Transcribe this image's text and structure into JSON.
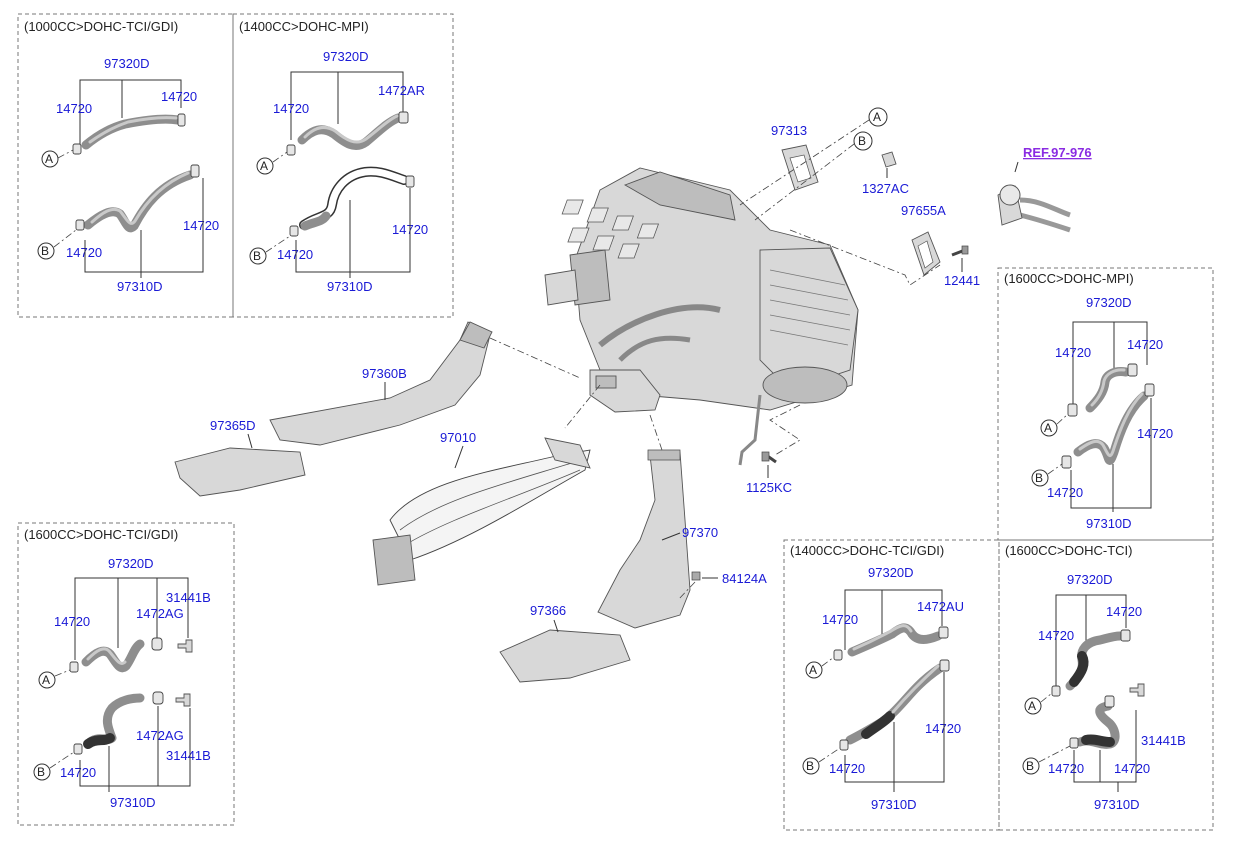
{
  "reference": "REF.97-976",
  "markers": {
    "a": "A",
    "b": "B"
  },
  "main": {
    "housing_a_label": "A",
    "housing_b_label": "B",
    "labels": {
      "p97313": "97313",
      "p1327ac": "1327AC",
      "p97655a": "97655A",
      "p12441": "12441",
      "p97360b": "97360B",
      "p97365d": "97365D",
      "p97010": "97010",
      "p1125kc": "1125KC",
      "p97370": "97370",
      "p84124a": "84124A",
      "p97366": "97366"
    }
  },
  "boxes": {
    "b1000tci": {
      "title": "(1000CC>DOHC-TCI/GDI)",
      "top_hose": "97320D",
      "clamp_top_left": "14720",
      "clamp_top_right": "14720",
      "bottom_hose": "97310D",
      "clamp_bottom_left": "14720",
      "clamp_bottom_right": "14720"
    },
    "b1400mpi": {
      "title": "(1400CC>DOHC-MPI)",
      "top_hose": "97320D",
      "clamp_top_left": "14720",
      "clamp_top_right": "1472AR",
      "bottom_hose": "97310D",
      "clamp_bottom_left": "14720",
      "clamp_bottom_right": "14720"
    },
    "b1600mpi": {
      "title": "(1600CC>DOHC-MPI)",
      "top_hose": "97320D",
      "clamp_top_left": "14720",
      "clamp_top_right": "14720",
      "bottom_hose": "97310D",
      "clamp_bottom_left": "14720",
      "clamp_bottom_right": "14720"
    },
    "b1600tcigdi": {
      "title": "(1600CC>DOHC-TCI/GDI)",
      "top_hose": "97320D",
      "clamp_top_left": "14720",
      "clamp_top_mid": "1472AG",
      "fitting_top": "31441B",
      "bottom_hose": "97310D",
      "clamp_bottom_left": "14720",
      "clamp_bottom_mid": "1472AG",
      "fitting_bottom": "31441B"
    },
    "b1400tcigdi": {
      "title": "(1400CC>DOHC-TCI/GDI)",
      "top_hose": "97320D",
      "clamp_top_left": "14720",
      "clamp_top_right": "1472AU",
      "bottom_hose": "97310D",
      "clamp_bottom_left": "14720",
      "clamp_bottom_right": "14720"
    },
    "b1600tci": {
      "title": "(1600CC>DOHC-TCI)",
      "top_hose": "97320D",
      "clamp_top_left": "14720",
      "clamp_top_right": "14720",
      "bottom_hose": "97310D",
      "clamp_bottom_left": "14720",
      "clamp_bottom_mid": "14720",
      "fitting_bottom": "31441B"
    }
  }
}
